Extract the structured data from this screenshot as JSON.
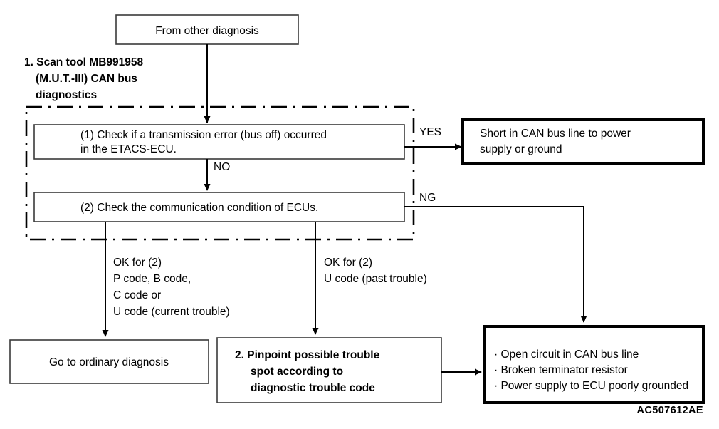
{
  "figure": {
    "id_label": "AC507612AE",
    "title": "CAN bus diagnostic flowchart"
  },
  "nodes": {
    "entry": {
      "name": "from-other-diagnosis",
      "lines": [
        "From other diagnosis"
      ]
    },
    "group_label": {
      "name": "scan-tool-group-label",
      "lines": [
        "1. Scan tool MB991958",
        "(M.U.T.-III) CAN bus",
        "diagnostics"
      ]
    },
    "step1": {
      "name": "check-transmission-error",
      "lines": [
        "(1) Check if a transmission error (bus off) occurred",
        "in the ETACS-ECU."
      ]
    },
    "step2": {
      "name": "check-communication-condition",
      "lines": [
        "(2) Check the communication condition of ECUs."
      ]
    },
    "short_can_bus": {
      "name": "short-in-can-bus-result",
      "lines": [
        "Short in CAN bus line to power",
        "supply or ground"
      ]
    },
    "ordinary_diagnosis": {
      "name": "go-to-ordinary-diagnosis",
      "lines": [
        "Go to ordinary diagnosis"
      ]
    },
    "pinpoint": {
      "name": "pinpoint-trouble-spot",
      "lines": [
        "2. Pinpoint possible trouble",
        "spot according to",
        "diagnostic trouble code"
      ]
    },
    "open_circuit": {
      "name": "open-circuit-causes",
      "lines": [
        "· Open circuit in CAN bus line",
        "· Broken terminator resistor",
        "· Power supply to ECU poorly grounded"
      ]
    }
  },
  "edge_labels": {
    "yes": {
      "name": "edge-label-yes",
      "text": "YES"
    },
    "no": {
      "name": "edge-label-no",
      "text": "NO"
    },
    "ng": {
      "name": "edge-label-ng",
      "text": "NG"
    },
    "ok_left": {
      "name": "edge-label-ok-left",
      "lines": [
        "OK for (2)",
        "P code, B code,",
        "C code or",
        "U code (current trouble)"
      ]
    },
    "ok_middle": {
      "name": "edge-label-ok-middle",
      "lines": [
        "OK for (2)",
        "U code (past trouble)"
      ]
    }
  },
  "colors": {
    "background": "#ffffff",
    "line": "#000000",
    "thin_box_border": "#3a3a3a",
    "text": "#000000"
  }
}
